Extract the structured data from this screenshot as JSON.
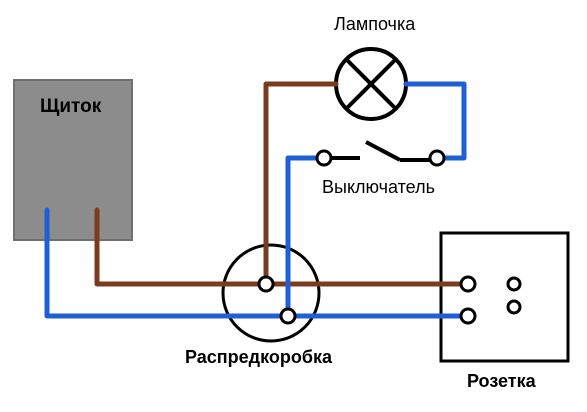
{
  "labels": {
    "panel": "Щиток",
    "lamp": "Лампочка",
    "switch": "Выключатель",
    "junction_box": "Распредкоробка",
    "socket": "Розетка"
  },
  "colors": {
    "brown_wire": "#7a3b1f",
    "blue_wire": "#1f5fd6",
    "panel_fill": "#8c8c8c",
    "outline": "#000000",
    "background": "#ffffff"
  },
  "icons": {
    "lamp": "lamp-symbol-icon",
    "switch": "switch-contact-icon",
    "socket": "socket-outlet-icon",
    "junction_box": "junction-box-icon"
  }
}
